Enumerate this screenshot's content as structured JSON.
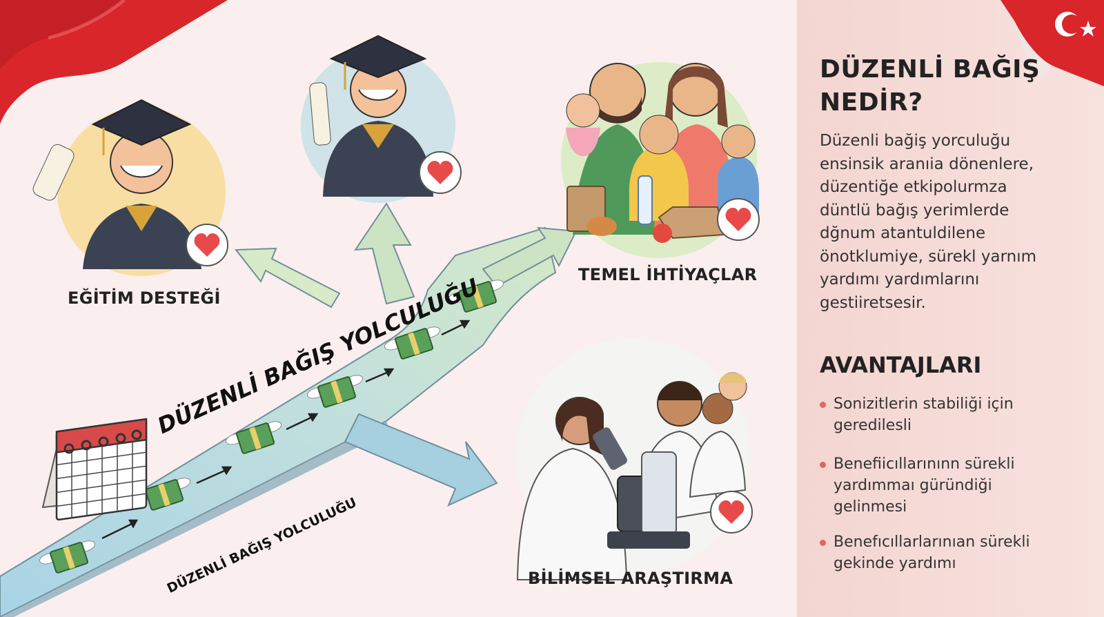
{
  "header": {
    "title_line1": "DÜZENLİ BAĞIŞ",
    "title_line2": "NEDİR?"
  },
  "description": {
    "lines": [
      "Düzenli bağiş yorculuğu",
      "ensinsik aranıia dönenlere,",
      "düzentiğe etkipolurmza",
      "düntlü bağış yerimlerde",
      "dğnum atantuldilene",
      "önotklumiye, sürekl yarnım",
      "yardımı yardımlarını",
      "gestiiretsesir."
    ]
  },
  "advantages": {
    "title": "AVANTAJLARI",
    "items": [
      {
        "lines": [
          "Sonizitlerin stabiliği için",
          "geredilesli"
        ]
      },
      {
        "lines": [
          "Benefiicıllarınınn sürekli",
          "yardımmaı güründiği",
          "gelinmesi"
        ]
      },
      {
        "lines": [
          "Benefıcıllarlarınıan sürekli",
          "gekinde yardımı"
        ]
      }
    ]
  },
  "diagram": {
    "road_title": "DÜZENLİ BAĞIŞ YOLCULUĞU",
    "road_subtitle": "DÜZENLİ BAĞIŞ YOLCULUĞU",
    "categories": {
      "education": "EĞİTİM DESTEĞİ",
      "basic_needs": "TEMEL İHTİYAÇLAR",
      "research": "BİLİMSEL ARAŞTIRMA"
    }
  },
  "icons": {
    "flag": "turkish-flag-icon",
    "calendar": "calendar-icon",
    "money": "winged-money-icon",
    "heart": "heart-icon"
  },
  "colors": {
    "background": "#fbeeee",
    "panel": "#f6dcd8",
    "flag_red": "#d8262b",
    "road_blue": "#b9dbe8",
    "road_green": "#cfe6c6",
    "heart_red": "#e84a4a",
    "bullet": "#e0675f"
  }
}
